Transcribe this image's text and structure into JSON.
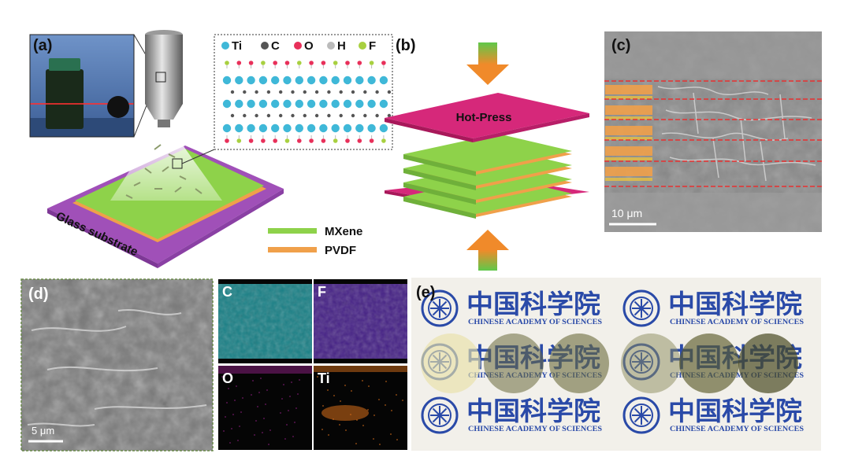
{
  "panels": {
    "a": {
      "label": "(a)",
      "substrate_text": "Glass substrate",
      "legend": [
        {
          "swatch": "#8ed24a",
          "text": "MXene"
        },
        {
          "swatch": "#f0a04a",
          "text": "PVDF"
        }
      ],
      "atom_legend": [
        {
          "symbol": "Ti",
          "color": "#3fb8d8"
        },
        {
          "symbol": "C",
          "color": "#555555"
        },
        {
          "symbol": "O",
          "color": "#e8305a"
        },
        {
          "symbol": "H",
          "color": "#bbbbbb"
        },
        {
          "symbol": "F",
          "color": "#a8d040"
        }
      ]
    },
    "b": {
      "label": "(b)",
      "press_text": "Hot-Press"
    },
    "c": {
      "label": "(c)",
      "scalebar": "10 μm"
    },
    "d": {
      "label": "(d)",
      "scalebar": "5 μm",
      "maps": [
        {
          "element": "C",
          "color": "#1fa8b0"
        },
        {
          "element": "F",
          "color": "#5a2ab0"
        },
        {
          "element": "O",
          "color": "#7a1a70"
        },
        {
          "element": "Ti",
          "color": "#d8701a"
        }
      ]
    },
    "e": {
      "label": "(e)",
      "logo_cn": "中国科学院",
      "logo_en": "CHINESE ACADEMY OF SCIENCES"
    }
  },
  "colors": {
    "mxene": "#8ed24a",
    "pvdf": "#f0a04a",
    "press": "#d6287a",
    "substrate": "#a050b8",
    "logo_blue": "#2a4aa8"
  }
}
